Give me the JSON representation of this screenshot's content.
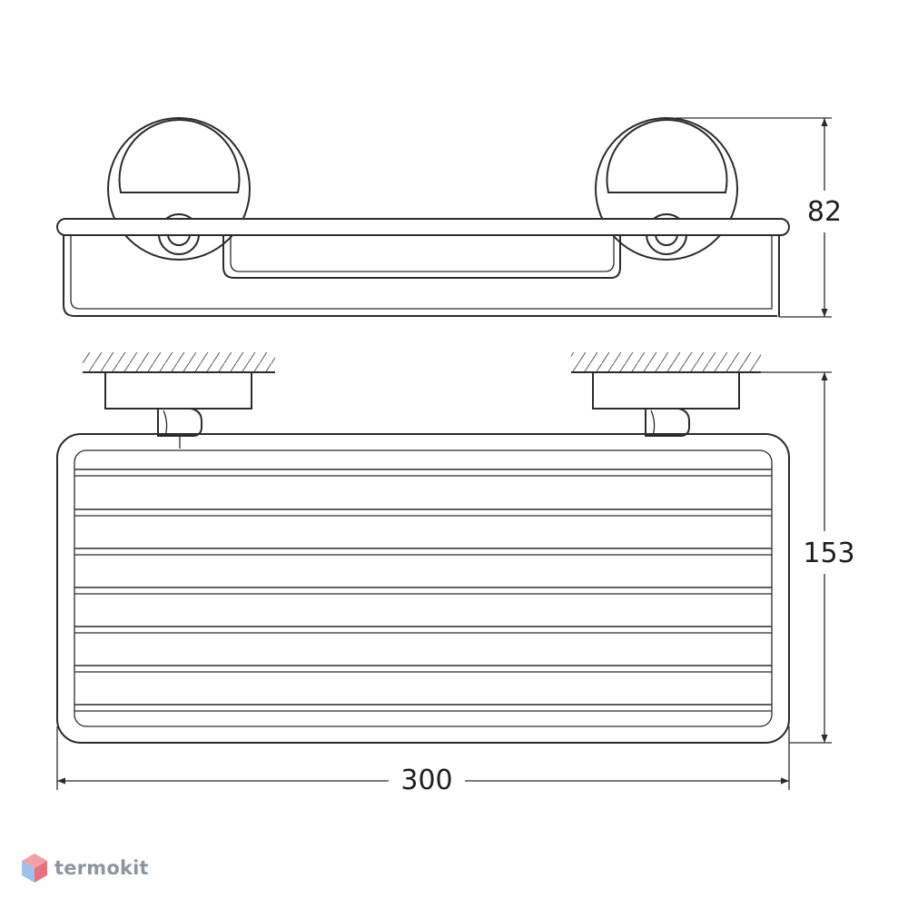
{
  "dimensions": {
    "height": "82",
    "depth": "153",
    "width": "300"
  },
  "watermark": {
    "logo_icon": "hexagon-cube-icon",
    "text": "termokit"
  },
  "colors": {
    "line": "#2b2b2b",
    "logo_top": "#f2a0a8",
    "logo_left": "#9fc0ea",
    "logo_right": "#e9717d",
    "logo_text": "#8e959e"
  }
}
